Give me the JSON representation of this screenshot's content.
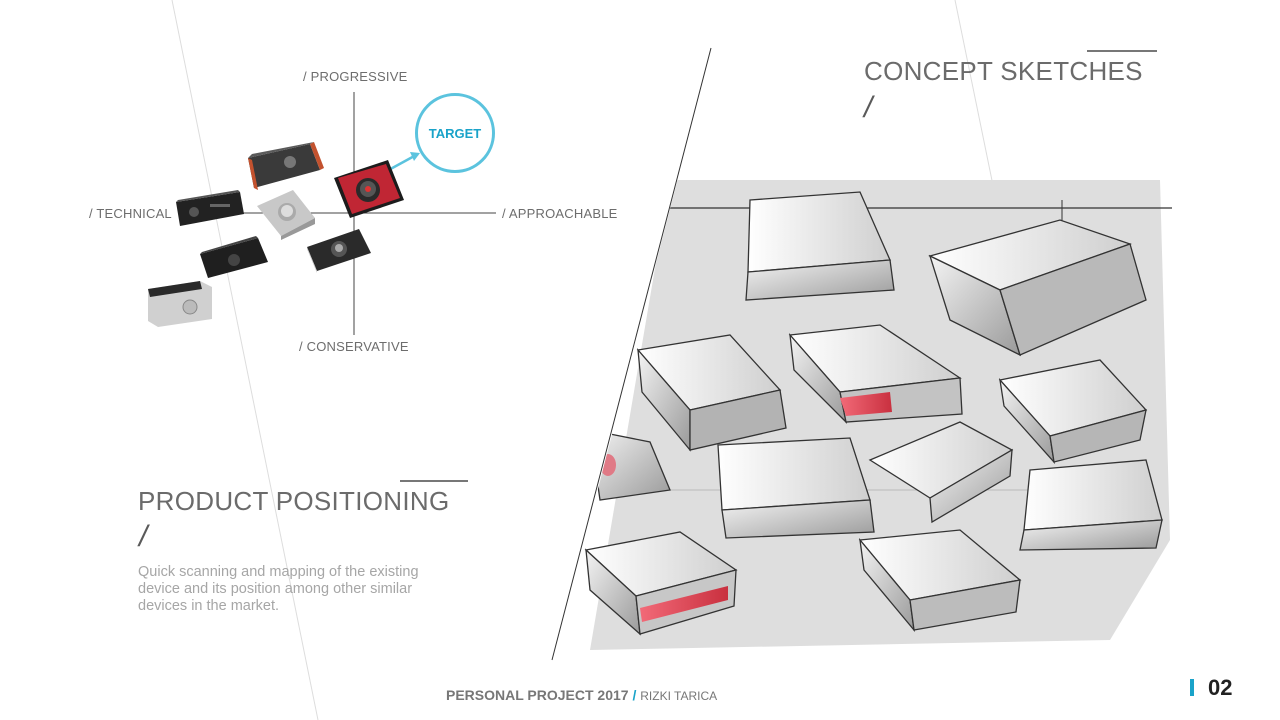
{
  "positioning_map": {
    "axis_top": "/ PROGRESSIVE",
    "axis_bottom": "/ CONSERVATIVE",
    "axis_left": "/ TECHNICAL",
    "axis_right": "/ APPROACHABLE",
    "target_label": "TARGET"
  },
  "product_positioning": {
    "title": "PRODUCT POSITIONING",
    "slash": "/",
    "description": "Quick scanning and mapping of the existing device and its position among other similar devices in the market."
  },
  "concept_sketches": {
    "title": "CONCEPT SKETCHES",
    "slash": "/"
  },
  "footer": {
    "project": "PERSONAL PROJECT 2017",
    "slash": "/",
    "author": "RIZKI TARICA"
  },
  "page_number": "02",
  "colors": {
    "accent": "#1aa3c9",
    "target_ring": "#5bc3de",
    "highlight_red": "#e8304a"
  }
}
